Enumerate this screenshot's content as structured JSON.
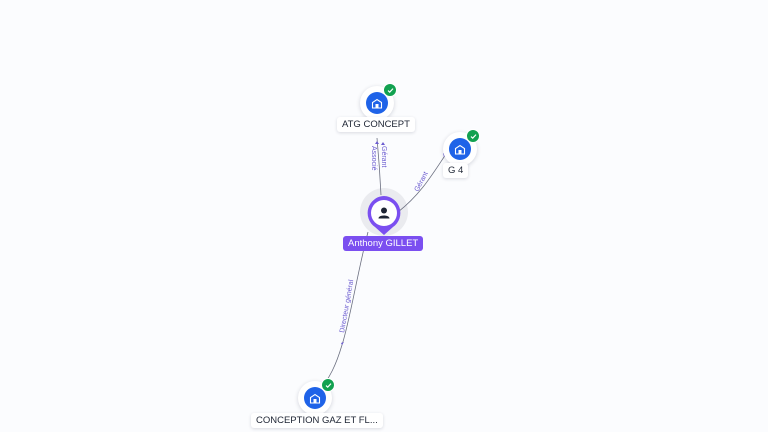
{
  "person": {
    "name": "Anthony GILLET",
    "icon": "person-icon"
  },
  "companies": [
    {
      "id": "atg",
      "name": "ATG CONCEPT",
      "icon": "building-icon",
      "verified": true
    },
    {
      "id": "g4",
      "name": "G 4",
      "icon": "building-icon",
      "verified": true
    },
    {
      "id": "conception",
      "name": "CONCEPTION GAZ ET FL...",
      "icon": "building-icon",
      "verified": true
    }
  ],
  "relations": [
    {
      "to": "atg",
      "roles": [
        "Gérant",
        "Associé"
      ]
    },
    {
      "to": "g4",
      "roles": [
        "Gérant"
      ]
    },
    {
      "to": "conception",
      "roles": [
        "Directeur général"
      ]
    }
  ],
  "colors": {
    "accent": "#7b4ff0",
    "company": "#1f63e8",
    "verified": "#12a150",
    "edge": "#6b6f80"
  }
}
